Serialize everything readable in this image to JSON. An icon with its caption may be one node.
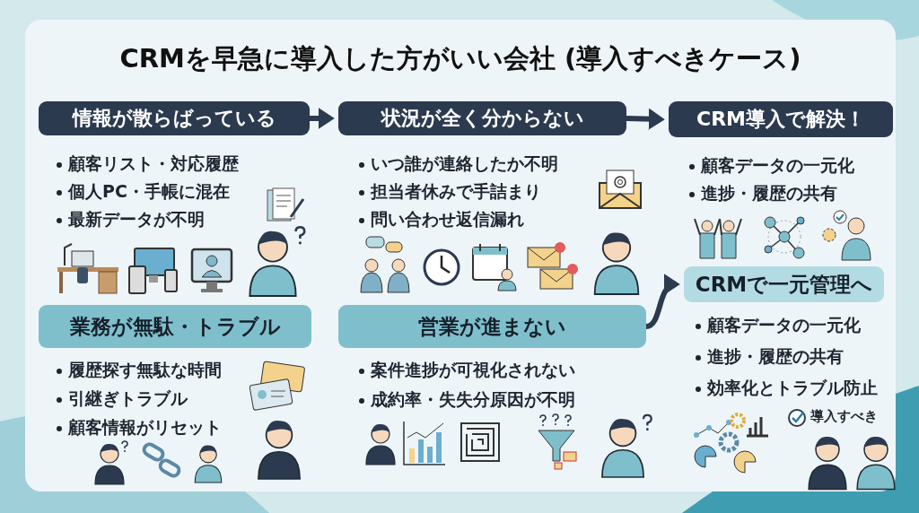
{
  "diagram": {
    "title": "CRMを早急に導入した方がいい会社 (導入すべきケース)",
    "nodes": [
      {
        "text": [
          "情報が散らばっている"
        ],
        "beside": [
          "顧客リスト・対応履歴",
          "個人PC・手帳に混在",
          "最新データが不明"
        ]
      },
      {
        "text": [
          "状況が全く分からない"
        ],
        "beside": [
          "いつ誰が連絡したか不明",
          "担当者休みで手詰まり",
          "問い合わせ返信漏れ"
        ]
      },
      {
        "text": [
          "CRM導入で解決！"
        ],
        "beside": [
          "顧客データの一元化",
          "進捗・履歴の共有"
        ]
      },
      {
        "text": [
          "業務が無駄・トラブル"
        ],
        "beside": [
          "履歴探す無駄な時間",
          "引継ぎトラブル",
          "顧客情報がリセット"
        ]
      },
      {
        "text": [
          "営業が進まない"
        ],
        "beside": [
          "案件進捗が可視化されない",
          "成約率・失失分原因が不明"
        ]
      },
      {
        "text": [
          "CRMで一元管理へ"
        ],
        "beside": [
          "顧客データの一元化",
          "進捗・履歴の共有",
          "効率化とトラブル防止"
        ]
      }
    ],
    "edges": [
      {
        "from": 0,
        "to": 1,
        "arrow": "to"
      },
      {
        "from": 1,
        "to": 2,
        "arrow": "to"
      },
      {
        "from": 4,
        "to": 5,
        "arrow": "to"
      }
    ],
    "labels": [
      "導入すべき"
    ]
  }
}
